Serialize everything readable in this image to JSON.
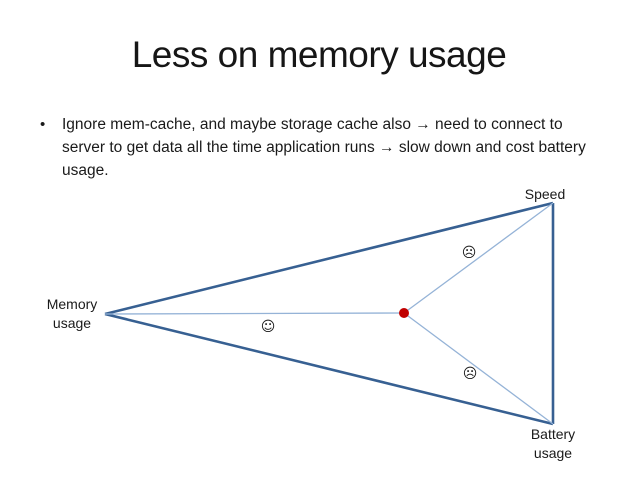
{
  "slide": {
    "title": "Less on memory usage",
    "bullet": {
      "marker": "•",
      "text": "Ignore mem-cache, and maybe storage cache also → need to connect to server to get data all the time application runs → slow down and cost battery usage."
    },
    "diagram": {
      "vertex_labels": {
        "speed": "Speed",
        "memory": "Memory\nusage",
        "battery": "Battery\nusage"
      },
      "faces": {
        "memory_happy": "☺",
        "speed_sad": "☹",
        "battery_sad": "☹"
      },
      "colors": {
        "triangle_edge": "#376092",
        "connector": "#95B3D7",
        "center_dot": "#C00000"
      }
    }
  }
}
